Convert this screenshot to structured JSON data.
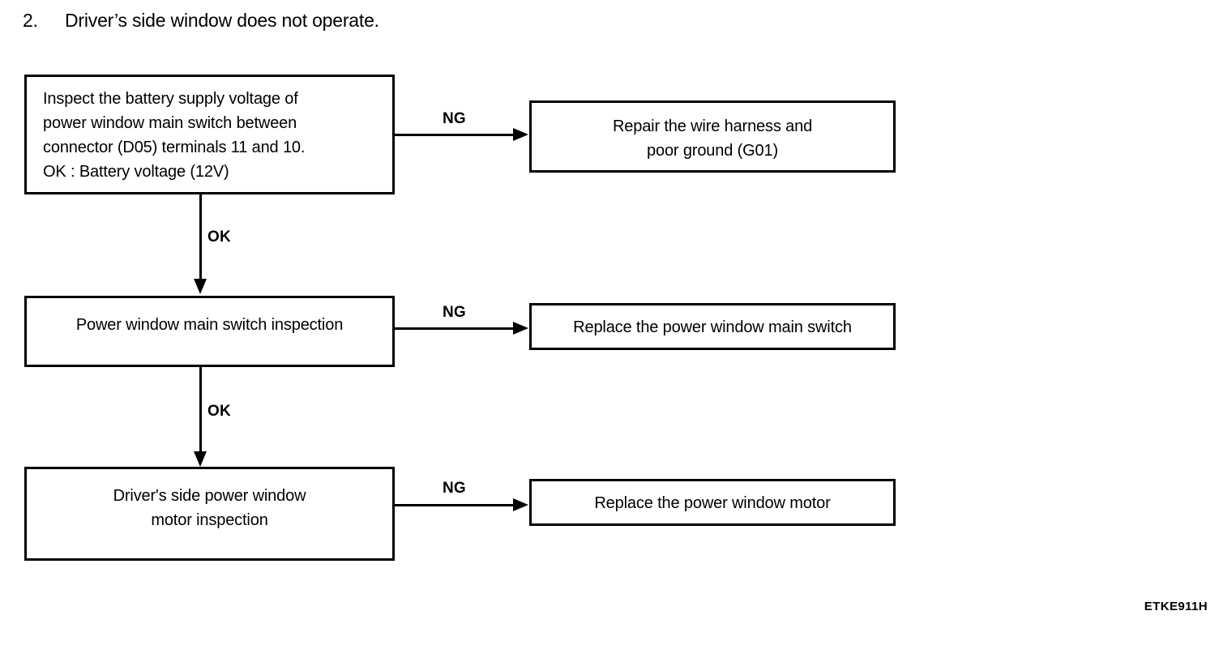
{
  "heading": {
    "number": "2.",
    "text": "Driver’s side window does not operate."
  },
  "flow": {
    "nodes": [
      {
        "id": "inspect-battery",
        "lines": [
          "Inspect the battery supply voltage of",
          "power window main switch between",
          "connector (D05) terminals 11 and 10.",
          "OK : Battery voltage (12V)"
        ]
      },
      {
        "id": "repair-harness",
        "lines": [
          "Repair the wire harness and",
          "poor ground (G01)"
        ]
      },
      {
        "id": "main-switch-inspection",
        "lines": [
          "Power window main switch inspection"
        ]
      },
      {
        "id": "replace-main-switch",
        "lines": [
          "Replace the power window main switch"
        ]
      },
      {
        "id": "motor-inspection",
        "lines": [
          "Driver's side power window",
          "motor  inspection"
        ]
      },
      {
        "id": "replace-motor",
        "lines": [
          "Replace the power window motor"
        ]
      }
    ],
    "edges": [
      {
        "id": "ng-1",
        "label": "NG"
      },
      {
        "id": "ok-1",
        "label": "OK"
      },
      {
        "id": "ng-2",
        "label": "NG"
      },
      {
        "id": "ok-2",
        "label": "OK"
      },
      {
        "id": "ng-3",
        "label": "NG"
      }
    ]
  },
  "figure_code": "ETKE911H",
  "colors": {
    "background": "#ffffff",
    "ink": "#000000"
  }
}
